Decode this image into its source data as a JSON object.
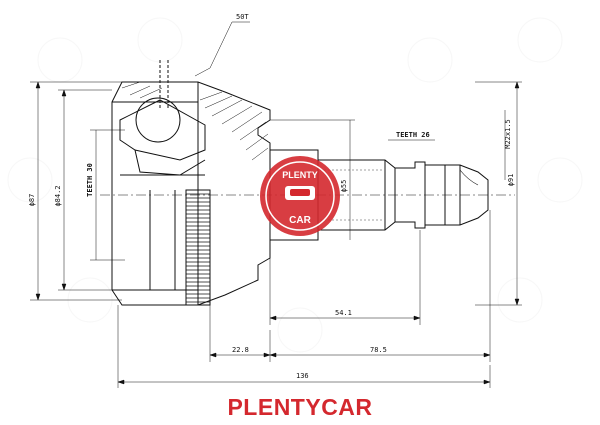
{
  "dimensions": {
    "balls": "50T",
    "outer_diameter": "ϕ87",
    "housing_diameter": "ϕ84.2",
    "inner_teeth": "TEETH 30",
    "outer_teeth": "TEETH 26",
    "stem_diameter": "ϕ55",
    "thread": "M22x1.5",
    "tip_diameter": "ϕ91",
    "length_stem": "54.1",
    "length_boot": "22.8",
    "length_shaft": "78.5",
    "length_total": "136"
  },
  "watermark": {
    "line1": "PLENTY",
    "line2": "CAR",
    "color": "#d4282e"
  },
  "brand": {
    "label": "PLENTYCAR",
    "color": "#d4282e"
  }
}
